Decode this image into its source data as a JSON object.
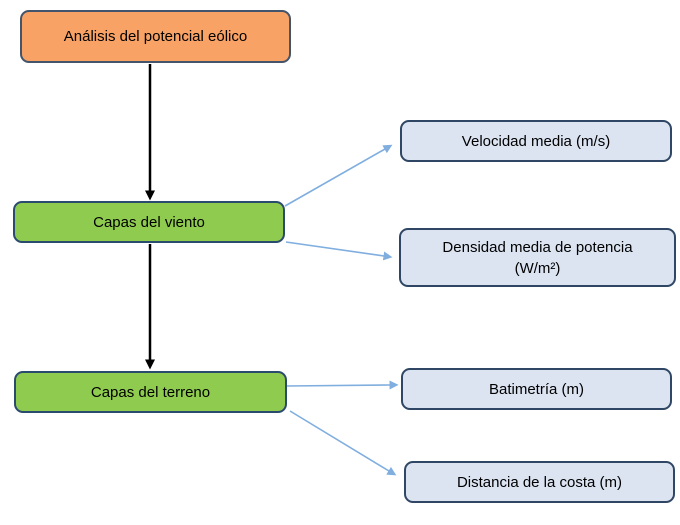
{
  "flowchart": {
    "root": {
      "label": "Análisis del potencial eólico"
    },
    "levels": [
      {
        "label": "Capas del viento",
        "outputs": [
          {
            "label": "Velocidad media (m/s)"
          },
          {
            "label": "Densidad media de potencia (W/m²)"
          }
        ]
      },
      {
        "label": "Capas del terreno",
        "outputs": [
          {
            "label": "Batimetría (m)"
          },
          {
            "label": "Distancia de la costa (m)"
          }
        ]
      }
    ],
    "edges": [
      {
        "from": "analisis-del-potencial-eolico",
        "to": "capas-del-viento",
        "style": "black-arrow"
      },
      {
        "from": "capas-del-viento",
        "to": "capas-del-terreno",
        "style": "black-arrow"
      },
      {
        "from": "capas-del-viento",
        "to": "velocidad-media",
        "style": "blue-arrow"
      },
      {
        "from": "capas-del-viento",
        "to": "densidad-media-de-potencia",
        "style": "blue-arrow"
      },
      {
        "from": "capas-del-terreno",
        "to": "batimetria",
        "style": "blue-arrow"
      },
      {
        "from": "capas-del-terreno",
        "to": "distancia-de-la-costa",
        "style": "blue-arrow"
      }
    ]
  },
  "colors": {
    "root_fill": "#F8A266",
    "root_border": "#44546A",
    "category_fill": "#8FCB4E",
    "category_border": "#2A4B6E",
    "output_fill": "#DCE4F2",
    "output_border": "#2F4764",
    "connector_black": "#000000",
    "connector_blue": "#7FAEDF",
    "text_color": "#000000",
    "bg_color": "#FFFFFF"
  }
}
